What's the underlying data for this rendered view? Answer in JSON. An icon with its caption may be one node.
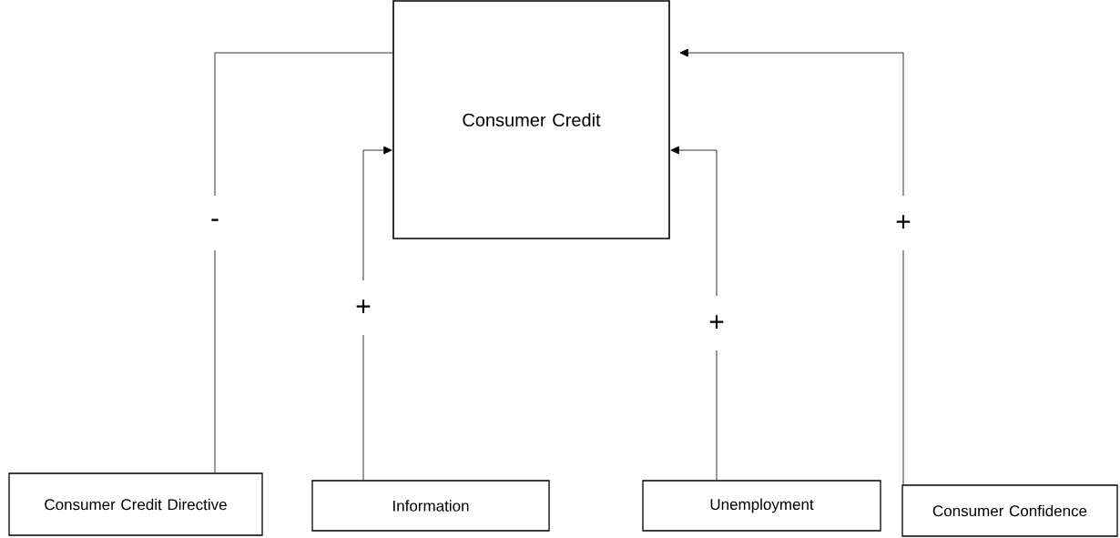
{
  "diagram": {
    "nodes": [
      {
        "text": [
          "Consumer Credit"
        ]
      },
      {
        "text": [
          "Consumer Credit Directive"
        ]
      },
      {
        "text": [
          "Information"
        ]
      },
      {
        "text": [
          "Unemployment"
        ]
      },
      {
        "text": [
          "Consumer Confidence"
        ]
      }
    ],
    "edges": [
      {
        "from": 1,
        "to": 0,
        "arrow": "none",
        "label": "-"
      },
      {
        "from": 2,
        "to": 0,
        "arrow": "to",
        "label": "+"
      },
      {
        "from": 3,
        "to": 0,
        "arrow": "to",
        "label": "+"
      },
      {
        "from": 4,
        "to": 0,
        "arrow": "to",
        "label": "+"
      }
    ]
  }
}
